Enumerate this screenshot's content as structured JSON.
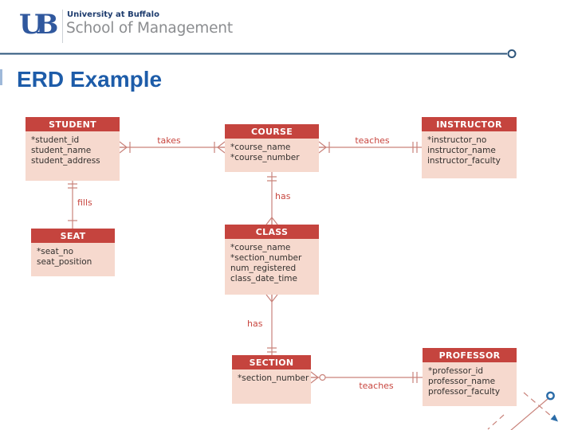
{
  "slide": {
    "logo": {
      "mark": "UB",
      "university": "University at Buffalo",
      "school": "School of Management"
    },
    "title": "ERD Example"
  },
  "colors": {
    "entity_header_bg": "#c5443e",
    "entity_body_bg": "#f6d9ce",
    "relationship_line": "#c9837b",
    "relationship_label": "#c8463f",
    "title_blue": "#1d5ca9",
    "rule_blue": "#2e567c",
    "logo_blue": "#30589e",
    "logo_navy": "#1e3c6e",
    "logo_gray": "#8b8d90",
    "decoration_blue": "#2b6ca8"
  },
  "diagram": {
    "entities": [
      {
        "name": "STUDENT",
        "attributes": [
          "*student_id",
          "student_name",
          "student_address"
        ]
      },
      {
        "name": "COURSE",
        "attributes": [
          "*course_name",
          "*course_number"
        ]
      },
      {
        "name": "INSTRUCTOR",
        "attributes": [
          "*instructor_no",
          "instructor_name",
          "instructor_faculty"
        ]
      },
      {
        "name": "SEAT",
        "attributes": [
          "*seat_no",
          "seat_position"
        ]
      },
      {
        "name": "CLASS",
        "attributes": [
          "*course_name",
          "*section_number",
          "num_registered",
          "class_date_time"
        ]
      },
      {
        "name": "SECTION",
        "attributes": [
          "*section_number"
        ]
      },
      {
        "name": "PROFESSOR",
        "attributes": [
          "*professor_id",
          "professor_name",
          "professor_faculty"
        ]
      }
    ],
    "relationships": [
      {
        "label": "takes",
        "from": "STUDENT",
        "to": "COURSE",
        "from_cardinality": "one-or-many",
        "to_cardinality": "one-or-many"
      },
      {
        "label": "teaches",
        "from": "COURSE",
        "to": "INSTRUCTOR",
        "from_cardinality": "one-or-many",
        "to_cardinality": "exactly-one"
      },
      {
        "label": "fills",
        "from": "STUDENT",
        "to": "SEAT",
        "from_cardinality": "exactly-one",
        "to_cardinality": "one"
      },
      {
        "label": "has",
        "from": "COURSE",
        "to": "CLASS",
        "from_cardinality": "exactly-one",
        "to_cardinality": "many"
      },
      {
        "label": "has",
        "from": "CLASS",
        "to": "SECTION",
        "from_cardinality": "many",
        "to_cardinality": "exactly-one"
      },
      {
        "label": "teaches",
        "from": "SECTION",
        "to": "PROFESSOR",
        "from_cardinality": "zero-or-many",
        "to_cardinality": "exactly-one"
      }
    ]
  }
}
